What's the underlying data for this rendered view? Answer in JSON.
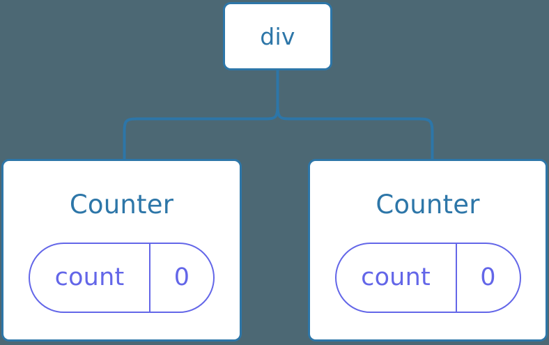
{
  "diagram": {
    "title": "React component tree with local state",
    "type": "component-tree",
    "background_color": "#4c6874",
    "node_border_color": "#2d76a8",
    "node_fill_color": "#ffffff",
    "node_label_color": "#2d76a8",
    "connector_color": "#2d76a8",
    "state_accent_color": "#6366e8"
  },
  "root": {
    "label": "div"
  },
  "children": [
    {
      "title": "Counter",
      "state": {
        "key": "count",
        "value": "0"
      }
    },
    {
      "title": "Counter",
      "state": {
        "key": "count",
        "value": "0"
      }
    }
  ],
  "connectors": [
    {
      "from": "div",
      "to": "Counter-left"
    },
    {
      "from": "div",
      "to": "Counter-right"
    }
  ]
}
